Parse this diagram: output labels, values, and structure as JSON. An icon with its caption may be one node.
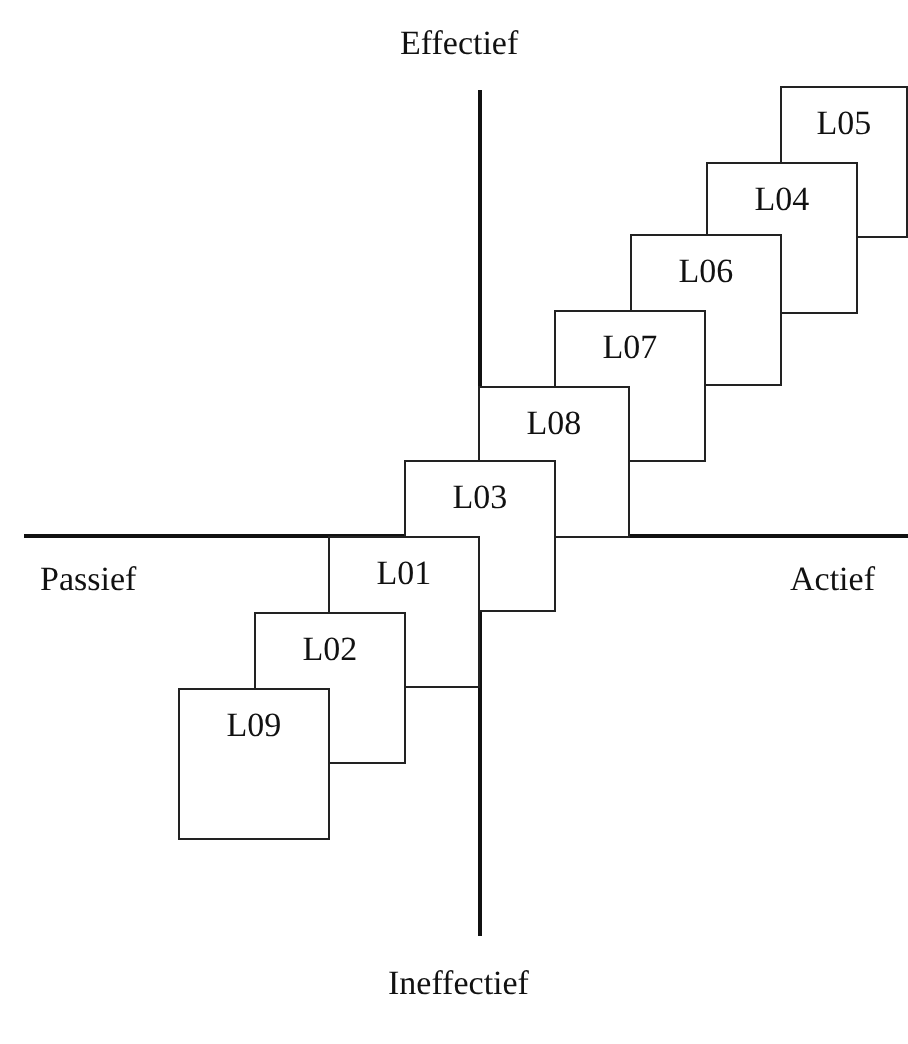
{
  "diagram": {
    "nodes": [
      {
        "text": [
          "L05"
        ]
      },
      {
        "text": [
          "L04"
        ]
      },
      {
        "text": [
          "L06"
        ]
      },
      {
        "text": [
          "L07"
        ]
      },
      {
        "text": [
          "L08"
        ]
      },
      {
        "text": [
          "L03"
        ]
      },
      {
        "text": [
          "L01"
        ]
      },
      {
        "text": [
          "L02"
        ]
      },
      {
        "text": [
          "L09"
        ]
      }
    ],
    "labels": [
      "Effectief",
      "Passief",
      "Actief",
      "Ineffectief"
    ]
  }
}
